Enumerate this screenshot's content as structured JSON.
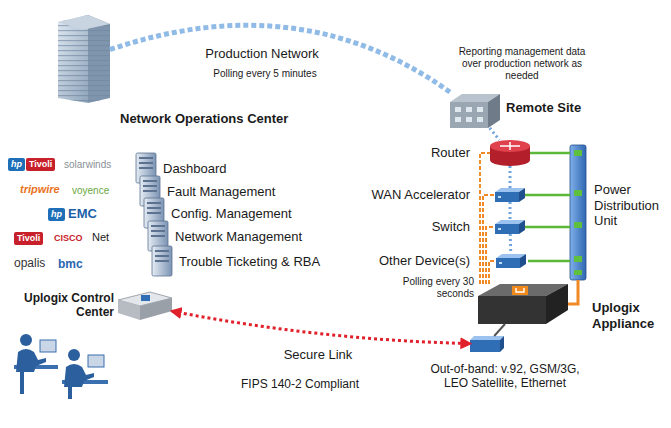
{
  "diagram": {
    "nodes": [
      {
        "text": [
          "Network Operations Center"
        ]
      },
      {
        "text": [
          "Remote Site"
        ]
      },
      {
        "text": [
          "Dashboard"
        ]
      },
      {
        "text": [
          "Fault Management"
        ]
      },
      {
        "text": [
          "Config. Management"
        ]
      },
      {
        "text": [
          "Network Management"
        ]
      },
      {
        "text": [
          "Trouble Ticketing & RBA"
        ]
      },
      {
        "text": [
          "Uplogix Control Center"
        ]
      },
      {
        "text": [
          "Router"
        ]
      },
      {
        "text": [
          "WAN Accelerator"
        ]
      },
      {
        "text": [
          "Switch"
        ]
      },
      {
        "text": [
          "Other Device(s)"
        ]
      },
      {
        "text": [
          "Power Distribution Unit"
        ]
      },
      {
        "text": [
          "Uplogix Appliance"
        ]
      },
      {
        "text": [
          "Out-of-band: v.92, GSM/3G, LEO Satellite, Ethernet"
        ]
      }
    ],
    "edges": [
      {
        "from": 0,
        "to": 1,
        "arrow": "none",
        "label": "Production Network"
      },
      {
        "from": 7,
        "to": 14,
        "arrow": "both",
        "label": "Secure Link"
      },
      {
        "from": 1,
        "to": 8,
        "arrow": "none"
      },
      {
        "from": 8,
        "to": 9,
        "arrow": "none"
      },
      {
        "from": 9,
        "to": 10,
        "arrow": "none"
      },
      {
        "from": 10,
        "to": 11,
        "arrow": "none"
      },
      {
        "from": 13,
        "to": 8,
        "arrow": "none"
      },
      {
        "from": 13,
        "to": 9,
        "arrow": "none"
      },
      {
        "from": 13,
        "to": 10,
        "arrow": "none"
      },
      {
        "from": 13,
        "to": 11,
        "arrow": "none"
      },
      {
        "from": 8,
        "to": 12,
        "arrow": "none"
      },
      {
        "from": 9,
        "to": 12,
        "arrow": "none"
      },
      {
        "from": 10,
        "to": 12,
        "arrow": "none"
      },
      {
        "from": 11,
        "to": 12,
        "arrow": "none"
      },
      {
        "from": 12,
        "to": 13,
        "arrow": "none"
      },
      {
        "from": 14,
        "to": 13,
        "arrow": "none"
      }
    ],
    "labels": [
      "Polling every 5 minutes",
      "Reporting management data over production network as needed",
      "Polling every 30 seconds",
      "FIPS 140-2 Compliant",
      "hp",
      "Tivoli",
      "solarwinds",
      "tripwire",
      "voyence",
      "hp",
      "EMC",
      "Tivoli",
      "CISCO",
      "Net",
      "opalis",
      "bmc"
    ]
  }
}
